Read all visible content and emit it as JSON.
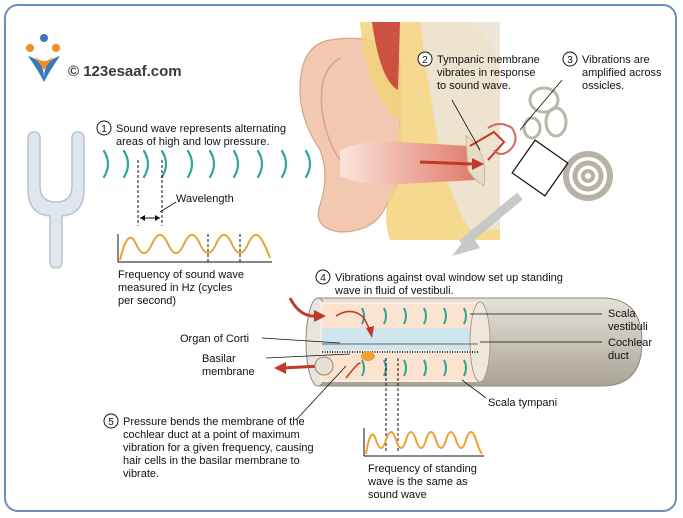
{
  "logo": {
    "text": "© 123esaaf.com"
  },
  "steps": [
    {
      "num": "1",
      "lines": [
        "Sound wave represents alternating",
        "areas of high and low pressure."
      ]
    },
    {
      "num": "2",
      "lines": [
        "Tympanic membrane",
        "vibrates in response",
        "to sound wave."
      ]
    },
    {
      "num": "3",
      "lines": [
        "Vibrations are",
        "amplified across",
        "ossicles."
      ]
    },
    {
      "num": "4",
      "lines": [
        "Vibrations against oval window set up standing",
        "wave in fluid of vestibuli."
      ]
    },
    {
      "num": "5",
      "lines": [
        "Pressure bends the membrane of the",
        "cochlear duct at a point of maximum",
        "vibration for a given frequency, causing",
        "hair cells in the basilar membrane to",
        "vibrate."
      ]
    }
  ],
  "labels": {
    "wavelength": "Wavelength",
    "frequency_sound": [
      "Frequency of sound wave",
      "measured in Hz (cycles",
      "per second)"
    ],
    "organ_of_corti": "Organ of Corti",
    "basilar_membrane": [
      "Basilar",
      "membrane"
    ],
    "scala_vestibuli": [
      "Scala",
      "vestibuli"
    ],
    "cochlear_duct": [
      "Cochlear",
      "duct"
    ],
    "scala_tympani": "Scala tympani",
    "frequency_standing": [
      "Frequency of standing",
      "wave is the same as",
      "sound wave"
    ]
  },
  "colors": {
    "wave": "#2aa89a",
    "sine": "#f0a030",
    "skin": "#f2c8b0",
    "canal": "#e8a090",
    "bone": "#f3d27a",
    "arrow_red": "#c0392b",
    "cochlea_tube": "#d9d4cc",
    "vestibuli_fill": "#fbe3cf",
    "duct_fill": "#cfe6ef"
  }
}
